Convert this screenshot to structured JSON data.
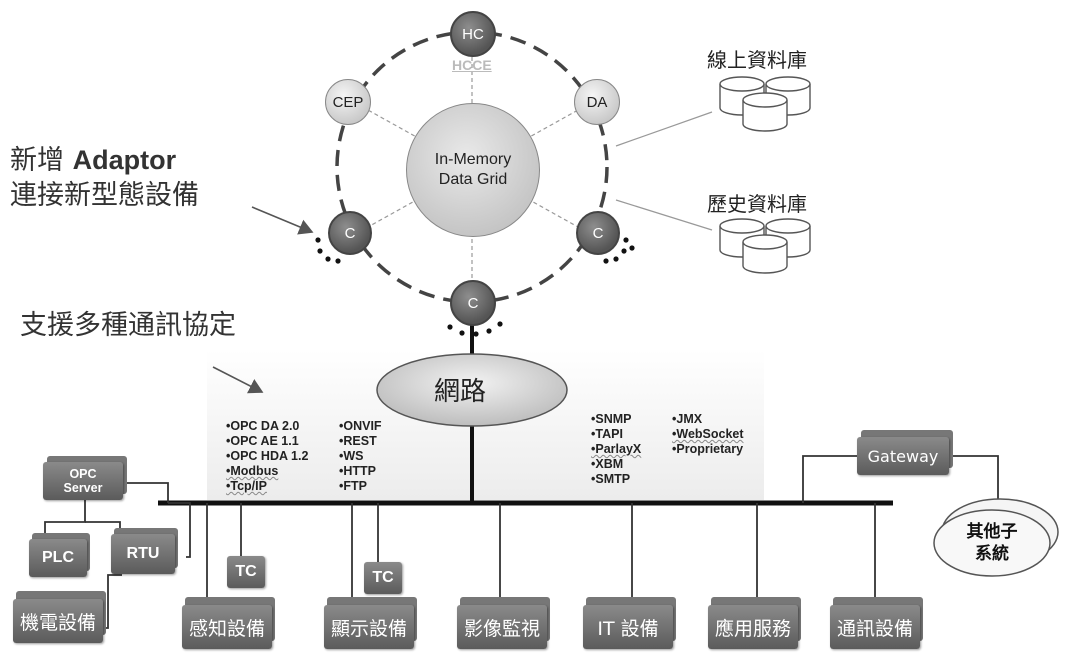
{
  "annotations": {
    "adaptor_line1_prefix": "新增 ",
    "adaptor_line1_bold": "Adaptor",
    "adaptor_line2": "連接新型態設備",
    "protocols_note": "支援多種通訊協定"
  },
  "cluster": {
    "hc": "HC",
    "hcce": "HCCE",
    "cep": "CEP",
    "da": "DA",
    "c_left": "C",
    "c_right": "C",
    "c_bottom": "C",
    "grid_line1": "In-Memory",
    "grid_line2": "Data Grid"
  },
  "databases": {
    "online": "線上資料庫",
    "history": "歷史資料庫"
  },
  "network": "網路",
  "protocols": {
    "col1": [
      "•OPC DA 2.0",
      "•OPC AE 1.1",
      "•OPC HDA 1.2",
      "•Modbus",
      "•Tcp/IP"
    ],
    "col2": [
      "•ONVIF",
      "•REST",
      "•WS",
      "•HTTP",
      "•FTP"
    ],
    "col3": [
      "•SNMP",
      "•TAPI",
      "•ParlayX",
      "•XBM",
      "•SMTP"
    ],
    "col4": [
      "•JMX",
      "•WebSocket",
      "•Proprietary"
    ]
  },
  "devices": {
    "opc_server": "OPC Server",
    "plc": "PLC",
    "rtu": "RTU",
    "tc1": "TC",
    "tc2": "TC",
    "gateway": "Gateway",
    "other_systems": "其他子系統",
    "bottom": [
      "機電設備",
      "感知設備",
      "顯示設備",
      "影像監視",
      "IT 設備",
      "應用服務",
      "通訊設備"
    ]
  }
}
